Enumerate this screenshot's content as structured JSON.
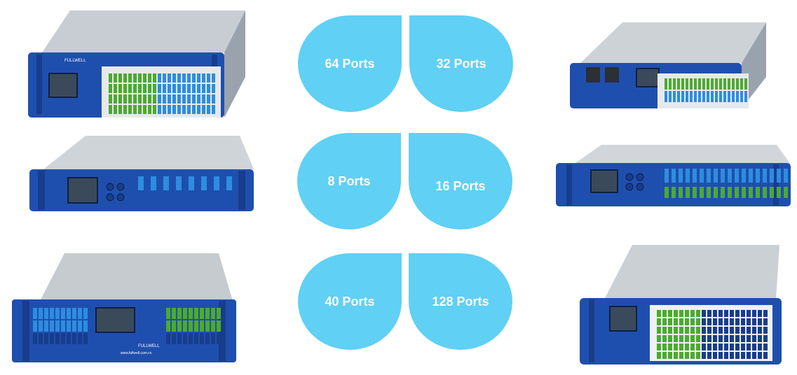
{
  "colors": {
    "petal": "#60d0f4",
    "chassis_blue": "#1f4fae",
    "chassis_dark": "#173d8c",
    "top_cover": "#c9ced3",
    "port_blue": "#2d8de0",
    "port_green": "#4caa2f",
    "screen": "#3b4a5a"
  },
  "brand": {
    "logo_text": "FULLWELL",
    "website": "www.fullwell.com.cn"
  },
  "pairs": [
    {
      "left": "64 Ports",
      "right": "32 Ports"
    },
    {
      "left": "8 Ports",
      "right": "16 Ports"
    },
    {
      "left": "40 Ports",
      "right": "128 Ports"
    }
  ]
}
